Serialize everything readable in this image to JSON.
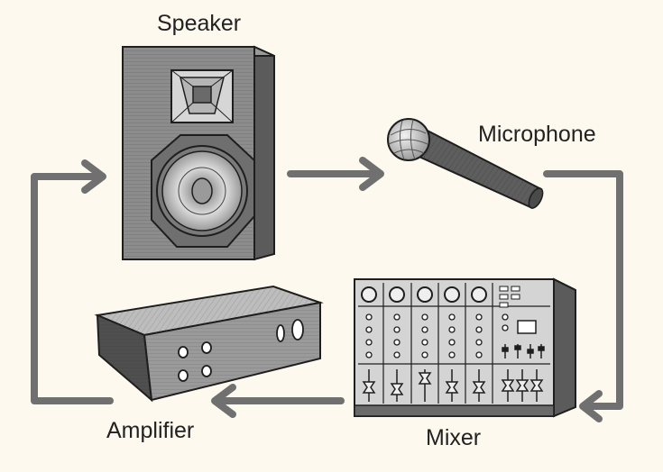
{
  "labels": {
    "speaker": "Speaker",
    "microphone": "Microphone",
    "mixer": "Mixer",
    "amplifier": "Amplifier"
  },
  "colors": {
    "background": "#fdf9ee",
    "arrow": "#707070",
    "ink": "#1e1e1e",
    "device_fill": "#8a8a8a",
    "device_light": "#bdbdbd",
    "device_dark": "#5a5a5a"
  },
  "icons": [
    "speaker-icon",
    "microphone-icon",
    "mixer-icon",
    "amplifier-icon"
  ]
}
